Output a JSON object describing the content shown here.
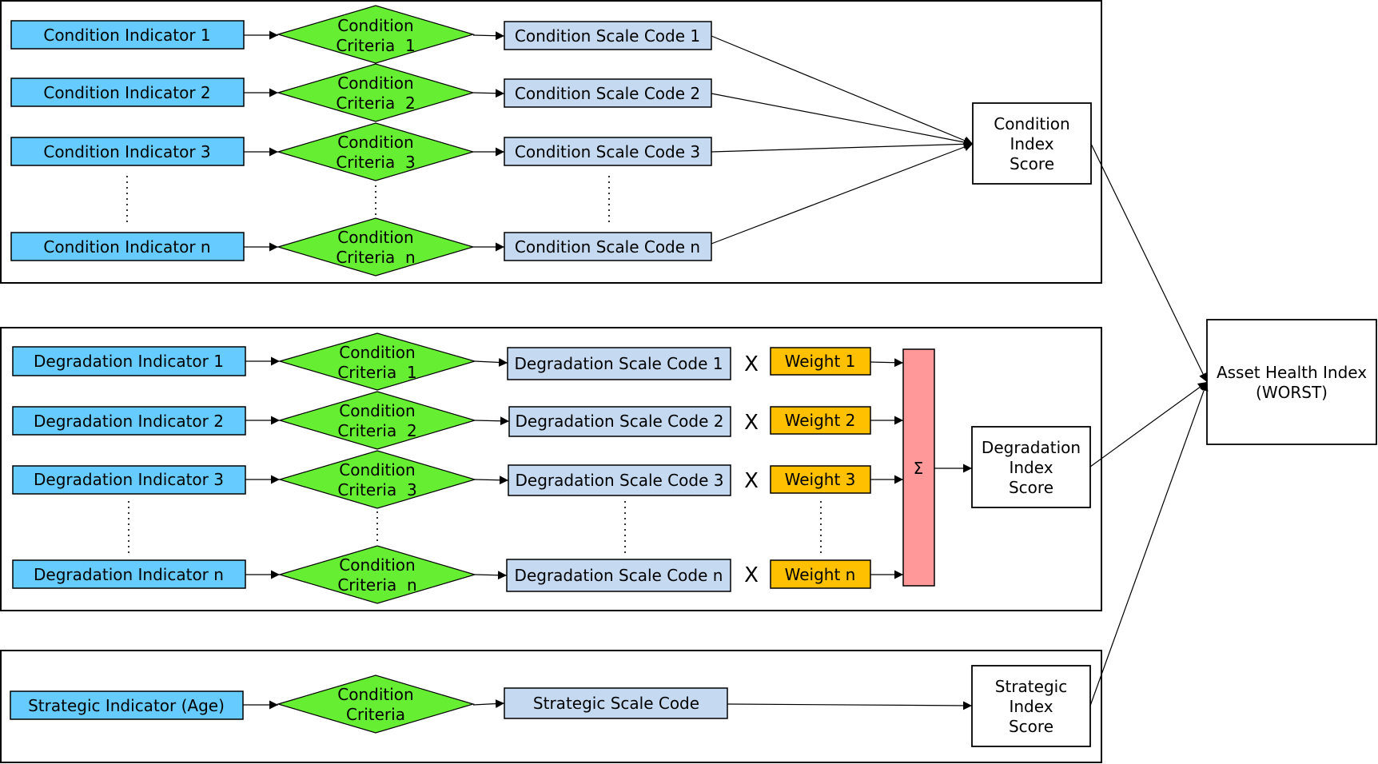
{
  "condition": {
    "indicators": [
      "Condition Indicator 1",
      "Condition Indicator 2",
      "Condition Indicator 3",
      "Condition Indicator n"
    ],
    "criteria": [
      [
        "Condition",
        "Criteria  1"
      ],
      [
        "Condition",
        "Criteria  2"
      ],
      [
        "Condition",
        "Criteria  3"
      ],
      [
        "Condition",
        "Criteria  n"
      ]
    ],
    "codes": [
      "Condition Scale Code 1",
      "Condition Scale Code 2",
      "Condition Scale Code 3",
      "Condition Scale Code n"
    ],
    "score": [
      "Condition",
      "Index",
      "Score"
    ]
  },
  "degradation": {
    "indicators": [
      "Degradation Indicator 1",
      "Degradation Indicator 2",
      "Degradation Indicator 3",
      "Degradation Indicator n"
    ],
    "criteria": [
      [
        "Condition",
        "Criteria  1"
      ],
      [
        "Condition",
        "Criteria  2"
      ],
      [
        "Condition",
        "Criteria  3"
      ],
      [
        "Condition",
        "Criteria  n"
      ]
    ],
    "codes": [
      "Degradation Scale Code 1",
      "Degradation Scale Code 2",
      "Degradation Scale Code 3",
      "Degradation Scale Code n"
    ],
    "multiply": "X",
    "weights": [
      "Weight 1",
      "Weight 2",
      "Weight 3",
      "Weight n"
    ],
    "sum": "Σ",
    "score": [
      "Degradation",
      "Index",
      "Score"
    ]
  },
  "strategic": {
    "indicator": "Strategic Indicator (Age)",
    "criteria": [
      "Condition",
      "Criteria"
    ],
    "code": "Strategic Scale Code",
    "score": [
      "Strategic",
      "Index",
      "Score"
    ]
  },
  "asset": [
    "Asset Health Index",
    "(WORST)"
  ]
}
